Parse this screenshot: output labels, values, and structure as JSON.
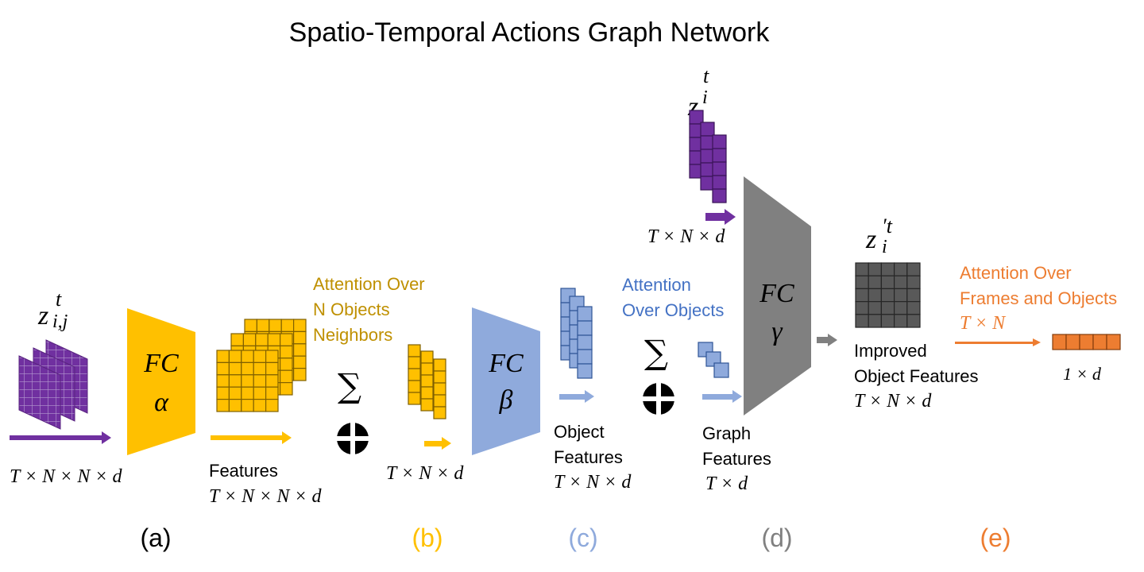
{
  "title": "Spatio-Temporal Actions Graph Network",
  "colors": {
    "purple": "#7030a0",
    "yellow": "#ffc000",
    "blue": "#8faadc",
    "gray": "#808080",
    "darkgray": "#595959",
    "orange": "#ed7d31",
    "gold_text": "#bf9000",
    "blue_text": "#4472c4",
    "orange_text": "#ed7d31"
  },
  "symbols": {
    "z_ij_base": "z",
    "z_ij_sup": "t",
    "z_ij_sub": "i,j",
    "z_i_base": "z",
    "z_i_sup": "t",
    "z_i_sub": "i",
    "z_prime_base": "z",
    "z_prime_sup": "′t",
    "z_prime_sub": "i",
    "sigma": "∑"
  },
  "blocks": {
    "fc_alpha": [
      "FC",
      "α"
    ],
    "fc_beta": [
      "FC",
      "β"
    ],
    "fc_gamma": [
      "FC",
      "γ"
    ]
  },
  "labels": {
    "input_dims": "T × N × N × d",
    "features": "Features",
    "features_dims": "T × N × N × d",
    "attention_b": [
      "Attention Over",
      "N Objects",
      "Neighbors"
    ],
    "b_dims": "T × N × d",
    "object_features": [
      "Object",
      "Features"
    ],
    "object_features_dims": "T × N × d",
    "attention_c": [
      "Attention",
      "Over Objects"
    ],
    "graph_features": [
      "Graph",
      "Features"
    ],
    "graph_features_dims": "T × d",
    "zi_dims": "T × N × d",
    "improved": [
      "Improved",
      "Object Features"
    ],
    "improved_dims": "T × N × d",
    "attention_e": [
      "Attention Over",
      "Frames and Objects",
      "T × N"
    ],
    "output_dims": "1 × d"
  },
  "stages": [
    "(a)",
    "(b)",
    "(c)",
    "(d)",
    "(e)"
  ]
}
